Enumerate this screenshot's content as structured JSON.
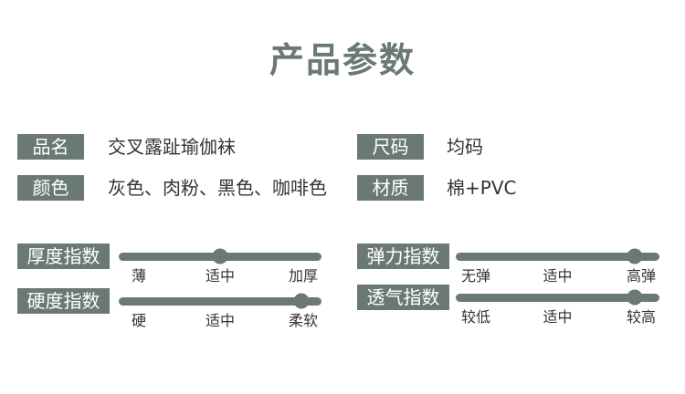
{
  "title": "产品参数",
  "specs": {
    "name": {
      "label": "品名",
      "value": "交叉露趾瑜伽袜"
    },
    "size": {
      "label": "尺码",
      "value": "均码"
    },
    "color": {
      "label": "颜色",
      "value": "灰色、肉粉、黑色、咖啡色"
    },
    "material": {
      "label": "材质",
      "value": "棉+PVC"
    }
  },
  "indices": {
    "thickness": {
      "label": "厚度指数",
      "ticks": [
        "薄",
        "适中",
        "加厚"
      ],
      "level": 0.5
    },
    "hardness": {
      "label": "硬度指数",
      "ticks": [
        "硬",
        "适中",
        "柔软"
      ],
      "level": 0.9
    },
    "elasticity": {
      "label": "弹力指数",
      "ticks": [
        "无弹",
        "适中",
        "高弹"
      ],
      "level": 0.88
    },
    "breathability": {
      "label": "透气指数",
      "ticks": [
        "较低",
        "适中",
        "较高"
      ],
      "level": 0.88
    }
  },
  "colors": {
    "accent": "#6a7a73",
    "text": "#333333"
  }
}
